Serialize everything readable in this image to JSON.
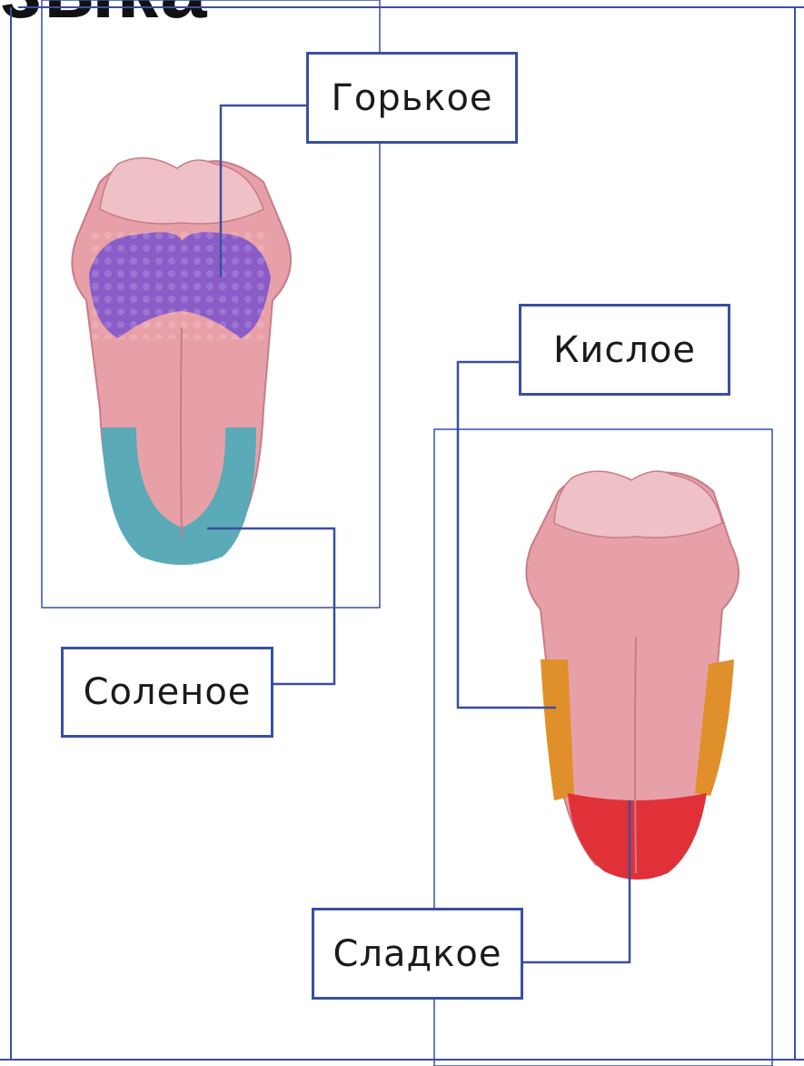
{
  "title_fragment": "зыка",
  "labels": {
    "bitter": "Горькое",
    "sour": "Кислое",
    "salty": "Соленое",
    "sweet": "Сладкое"
  },
  "colors": {
    "frame": "#3a4fa0",
    "tongue": "#e8a0a8",
    "bitter_zone": "#8a5cc8",
    "salty_zone": "#5aaab8",
    "sour_zone": "#e0902a",
    "sweet_zone": "#e03038"
  }
}
